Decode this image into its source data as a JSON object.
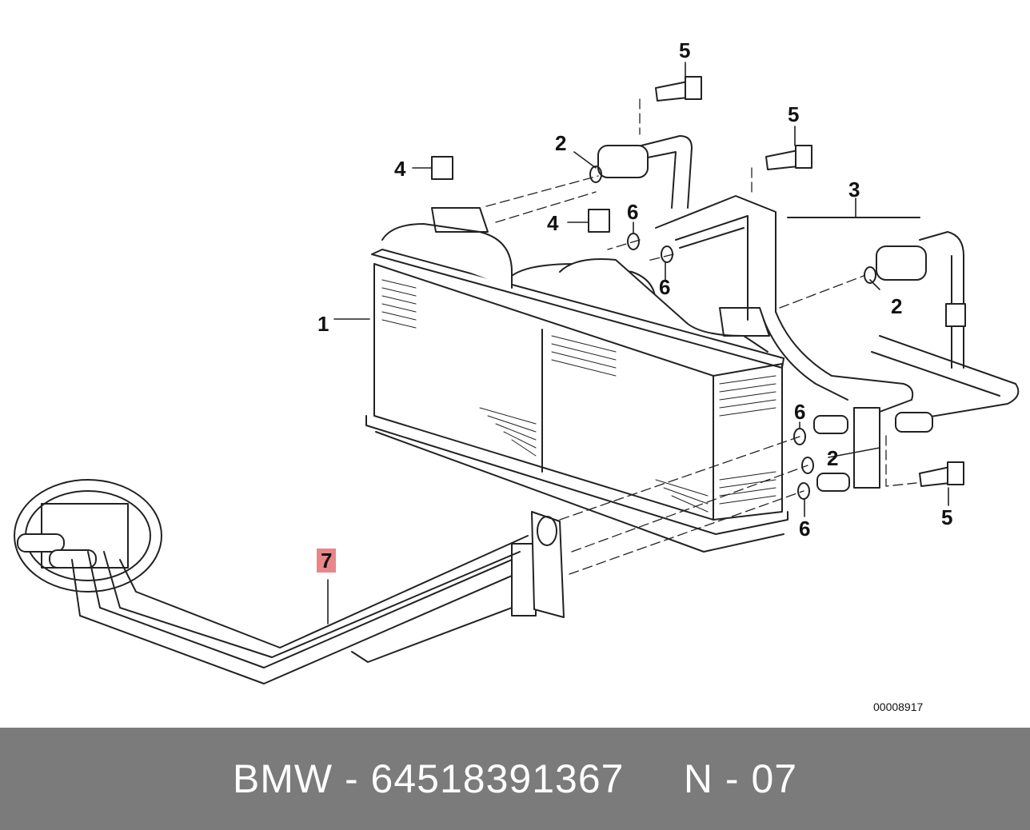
{
  "diagram": {
    "callouts": [
      {
        "id": "c5a",
        "label": "5"
      },
      {
        "id": "c5b",
        "label": "5"
      },
      {
        "id": "c5c",
        "label": "5"
      },
      {
        "id": "c2a",
        "label": "2"
      },
      {
        "id": "c2b",
        "label": "2"
      },
      {
        "id": "c2c",
        "label": "2"
      },
      {
        "id": "c4a",
        "label": "4"
      },
      {
        "id": "c4b",
        "label": "4"
      },
      {
        "id": "c6a",
        "label": "6"
      },
      {
        "id": "c6b",
        "label": "6"
      },
      {
        "id": "c6c",
        "label": "6"
      },
      {
        "id": "c6d",
        "label": "6"
      },
      {
        "id": "c3",
        "label": "3"
      },
      {
        "id": "c1",
        "label": "1"
      },
      {
        "id": "c7",
        "label": "7"
      }
    ],
    "drawing_number": "00008917",
    "highlight_color": "#e8868a"
  },
  "footer": {
    "brand": "BMW",
    "separator": " - ",
    "part_number": "64518391367",
    "gap": "     ",
    "ref": "N - 07",
    "background": "#7b7b7b"
  }
}
